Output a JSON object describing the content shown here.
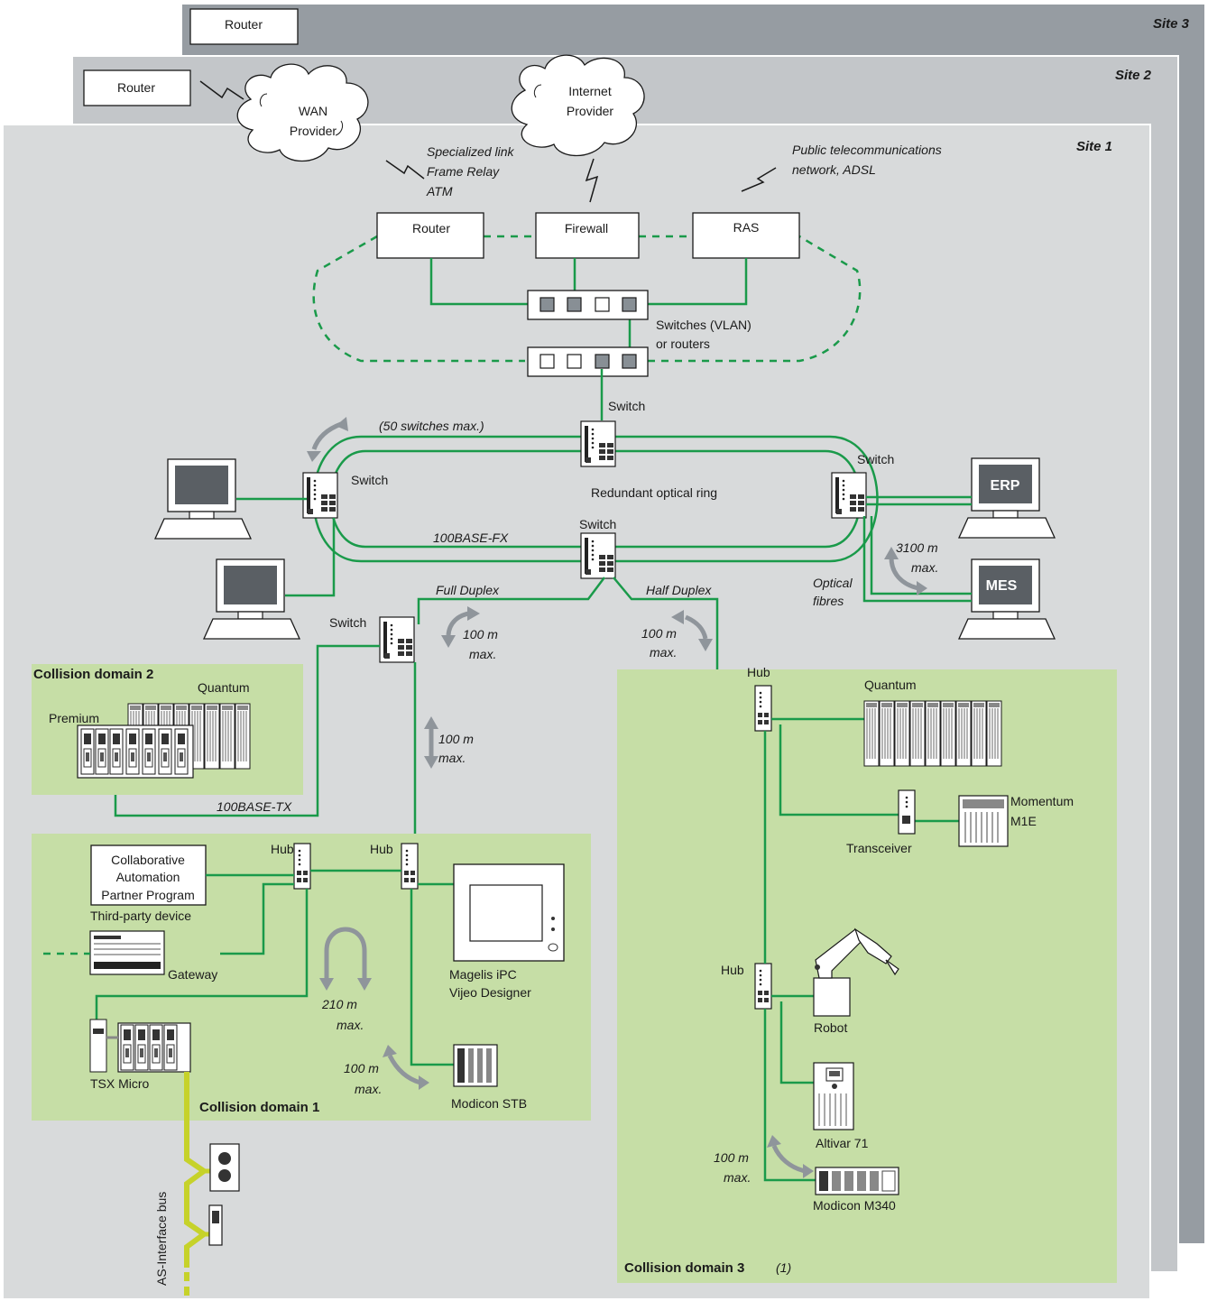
{
  "sites": {
    "site3": {
      "label": "Site 3",
      "router": "Router"
    },
    "site2": {
      "label": "Site 2",
      "router": "Router"
    },
    "site1": {
      "label": "Site 1"
    }
  },
  "clouds": {
    "wan_line1": "WAN",
    "wan_line2": "Provider",
    "internet_line1": "Internet",
    "internet_line2": "Provider"
  },
  "links": {
    "specialized": [
      "Specialized link",
      "Frame Relay",
      "ATM"
    ],
    "public": [
      "Public telecommunications",
      "network, ADSL"
    ]
  },
  "core": {
    "router": "Router",
    "firewall": "Firewall",
    "ras": "RAS",
    "switches_vlan_1": "Switches (VLAN)",
    "switches_vlan_2": "or routers"
  },
  "ring": {
    "switch_top": "Switch",
    "switch_left": "Switch",
    "switch_right": "Switch",
    "switch_bottom": "Switch",
    "switch_lower": "Switch",
    "max_switches": "(50 switches max.)",
    "ring_label": "Redundant optical ring",
    "fx": "100BASE-FX",
    "full_duplex": "Full Duplex",
    "half_duplex": "Half Duplex",
    "dist_3100_1": "3100 m",
    "dist_3100_2": "max.",
    "optical_1": "Optical",
    "optical_2": "fibres",
    "erp": "ERP",
    "mes": "MES"
  },
  "distances": {
    "d100a_1": "100 m",
    "d100a_2": "max.",
    "d100b_1": "100 m",
    "d100b_2": "max.",
    "d100c_1": "100 m",
    "d100c_2": "max.",
    "d210_1": "210 m",
    "d210_2": "max.",
    "d100d_1": "100 m",
    "d100d_2": "max.",
    "d100e_1": "100 m",
    "d100e_2": "max."
  },
  "domain2": {
    "title": "Collision domain 2",
    "quantum": "Quantum",
    "premium": "Premium",
    "tx": "100BASE-TX"
  },
  "domain1": {
    "title": "Collision domain 1",
    "hub1": "Hub",
    "hub2": "Hub",
    "capp": [
      "Collaborative",
      "Automation",
      "Partner Program"
    ],
    "third_party": "Third-party device",
    "gateway": "Gateway",
    "magelis1": "Magelis iPC",
    "magelis2": "Vijeo Designer",
    "tsx": "TSX Micro",
    "stb": "Modicon STB"
  },
  "domain3": {
    "title": "Collision domain 3",
    "title_note": "(1)",
    "hub1": "Hub",
    "hub2": "Hub",
    "quantum": "Quantum",
    "momentum1": "Momentum",
    "momentum2": "M1E",
    "transceiver": "Transceiver",
    "robot": "Robot",
    "altivar": "Altivar 71",
    "m340": "Modicon M340"
  },
  "as_interface": "AS-Interface bus",
  "colors": {
    "network": "#1a9a4a",
    "domain_fill": "#c6dea6",
    "site1_bg": "#d8dadb",
    "site2_bg": "#c3c6c9",
    "site3_bg": "#969ca2",
    "as_bus": "#c6d22a"
  }
}
